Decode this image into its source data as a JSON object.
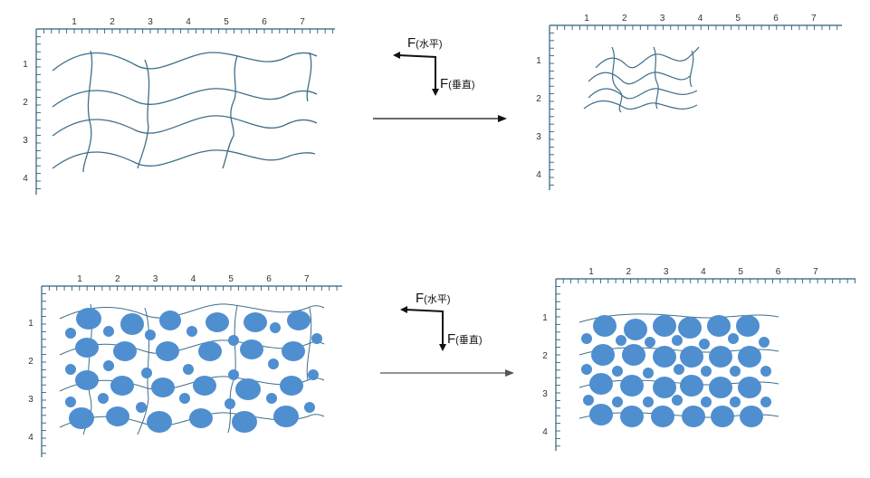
{
  "panels": [
    {
      "id": "top-left",
      "x_ticks": [
        "1",
        "2",
        "3",
        "4",
        "5",
        "6",
        "7"
      ],
      "y_ticks": [
        "1",
        "2",
        "3",
        "4"
      ]
    },
    {
      "id": "top-right",
      "x_ticks": [
        "1",
        "2",
        "3",
        "4",
        "5",
        "6",
        "7"
      ],
      "y_ticks": [
        "1",
        "2",
        "3",
        "4"
      ]
    },
    {
      "id": "bottom-left",
      "x_ticks": [
        "1",
        "2",
        "3",
        "4",
        "5",
        "6",
        "7"
      ],
      "y_ticks": [
        "1",
        "2",
        "3",
        "4"
      ]
    },
    {
      "id": "bottom-right",
      "x_ticks": [
        "1",
        "2",
        "3",
        "4",
        "5",
        "6",
        "7"
      ],
      "y_ticks": [
        "1",
        "2",
        "3",
        "4"
      ]
    }
  ],
  "forces": {
    "symbol": "F",
    "horizontal": "(水平)",
    "vertical": "(垂直)"
  },
  "colors": {
    "fiber": "#3f6f8a",
    "blob": "#4f8fd0",
    "axis": "#2f5f7a",
    "arrow": "#111111"
  }
}
